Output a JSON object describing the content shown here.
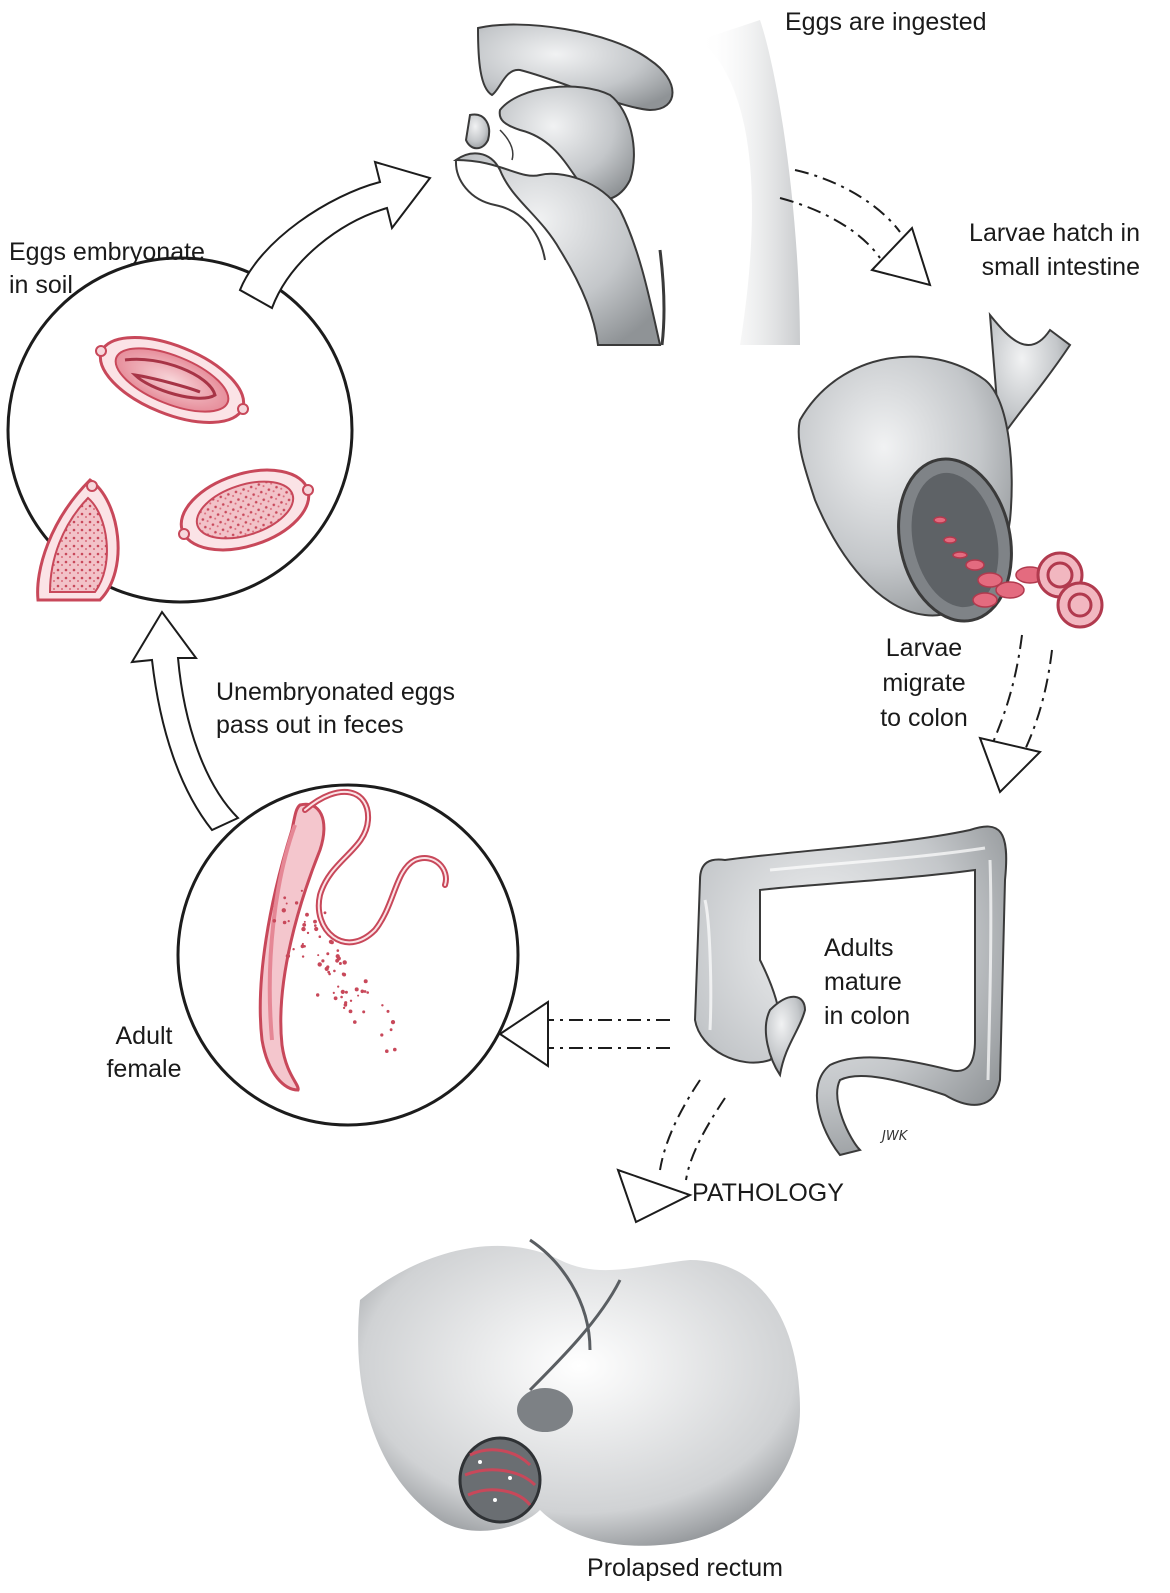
{
  "labels": {
    "eggs_ingested": "Eggs are ingested",
    "larvae_hatch_1": "Larvae hatch in",
    "larvae_hatch_2": "small intestine",
    "larvae_migrate_1": "Larvae",
    "larvae_migrate_2": "migrate",
    "larvae_migrate_3": "to colon",
    "adults_mature_1": "Adults",
    "adults_mature_2": "mature",
    "adults_mature_3": "in colon",
    "pathology": "PATHOLOGY",
    "prolapsed_rectum": "Prolapsed rectum",
    "adult_female_1": "Adult",
    "adult_female_2": "female",
    "unembryonated_1": "Unembryonated eggs",
    "unembryonated_2": "pass out in feces",
    "eggs_embryonate_1": "Eggs embryonate",
    "eggs_embryonate_2": "in soil",
    "signature": "JWK"
  },
  "colors": {
    "egg_red": "#c8485a",
    "egg_pink": "#f3c3c9",
    "tissue_gray": "#c9cccf",
    "outline": "#3a3a3a"
  }
}
